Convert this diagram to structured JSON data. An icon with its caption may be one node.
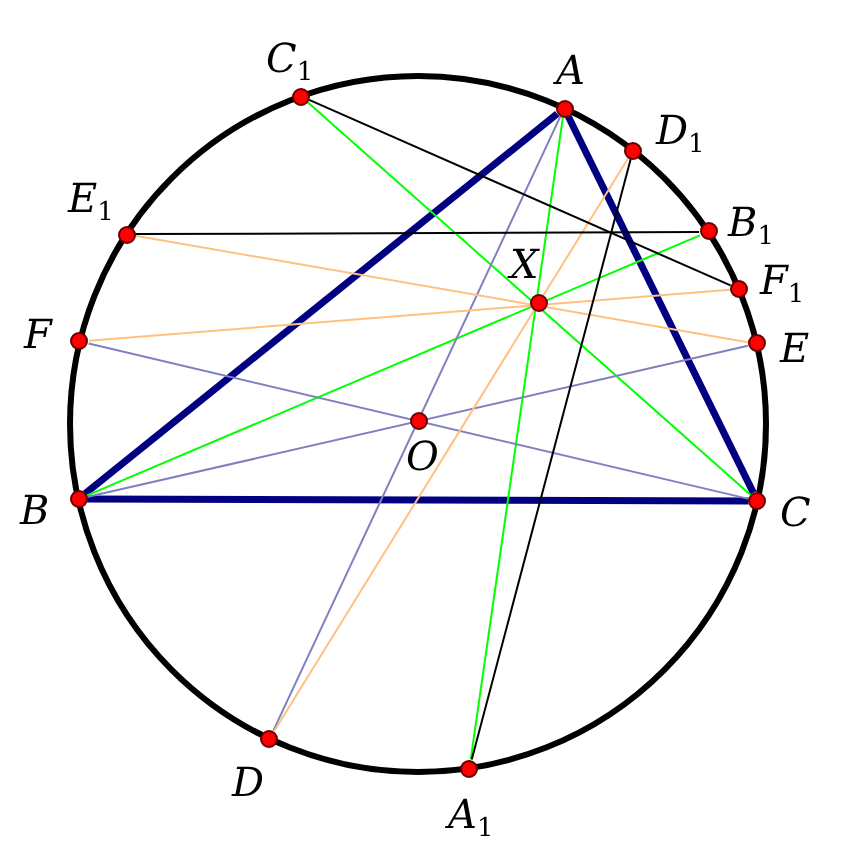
{
  "diagram": {
    "nodes": [
      {
        "text": [
          "C$_{1}$"
        ]
      },
      {
        "text": [
          "A"
        ]
      },
      {
        "text": [
          "D$_{1}$"
        ]
      },
      {
        "text": [
          "E$_{1}$"
        ]
      },
      {
        "text": [
          "B$_{1}$"
        ]
      },
      {
        "text": [
          "X"
        ]
      },
      {
        "text": [
          "F$_{1}$"
        ]
      },
      {
        "text": [
          "F"
        ]
      },
      {
        "text": [
          "E"
        ]
      },
      {
        "text": [
          "O"
        ]
      },
      {
        "text": [
          "B"
        ]
      },
      {
        "text": [
          "C"
        ]
      },
      {
        "text": [
          "D"
        ]
      },
      {
        "text": [
          "A$_{1}$"
        ]
      }
    ],
    "edges": [
      {
        "from": 1,
        "to": 10,
        "arrow": "none",
        "style": "thick",
        "color": "#000080"
      },
      {
        "from": 10,
        "to": 11,
        "arrow": "none",
        "style": "thick",
        "color": "#000080"
      },
      {
        "from": 11,
        "to": 1,
        "arrow": "none",
        "style": "thick",
        "color": "#000080"
      },
      {
        "from": 0,
        "to": 11,
        "arrow": "none",
        "color": "#00ff00"
      },
      {
        "from": 1,
        "to": 13,
        "arrow": "none",
        "color": "#00ff00"
      },
      {
        "from": 10,
        "to": 4,
        "arrow": "none",
        "color": "#00ff00"
      },
      {
        "from": 1,
        "to": 12,
        "arrow": "none",
        "color": "#8080c0"
      },
      {
        "from": 7,
        "to": 11,
        "arrow": "none",
        "color": "#8080c0"
      },
      {
        "from": 10,
        "to": 8,
        "arrow": "none",
        "color": "#8080c0"
      },
      {
        "from": 3,
        "to": 8,
        "arrow": "none",
        "color": "#ffc080"
      },
      {
        "from": 7,
        "to": 6,
        "arrow": "none",
        "color": "#ffc080"
      },
      {
        "from": 12,
        "to": 2,
        "arrow": "none",
        "color": "#ffc080"
      },
      {
        "from": 0,
        "to": 6,
        "arrow": "none",
        "color": "#000000"
      },
      {
        "from": 3,
        "to": 4,
        "arrow": "none",
        "color": "#000000"
      },
      {
        "from": 13,
        "to": 2,
        "arrow": "none",
        "color": "#000000"
      }
    ]
  }
}
